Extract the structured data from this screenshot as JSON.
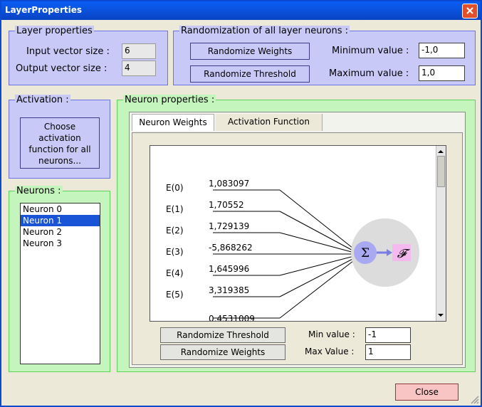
{
  "window": {
    "title": "LayerProperties"
  },
  "layer_properties": {
    "legend": "Layer properties",
    "input_label": "Input vector size :",
    "input_value": "6",
    "output_label": "Output vector size :",
    "output_value": "4"
  },
  "randomization": {
    "legend": "Randomization of all layer neurons :",
    "randomize_weights_label": "Randomize Weights",
    "randomize_threshold_label": "Randomize Threshold",
    "min_label": "Minimum value :",
    "min_value": "-1,0",
    "max_label": "Maximum value :",
    "max_value": "1,0"
  },
  "activation": {
    "legend": "Activation :",
    "button_lines": [
      "Choose",
      "activation",
      "function for all",
      "neurons..."
    ]
  },
  "neurons": {
    "legend": "Neurons :",
    "items": [
      "Neuron 0",
      "Neuron 1",
      "Neuron 2",
      "Neuron 3"
    ],
    "selected_index": 1
  },
  "neuron_properties": {
    "legend": "Neuron properties :",
    "tabs": [
      "Neuron Weights",
      "Activation Function"
    ],
    "active_tab": 0,
    "inputs": [
      {
        "label": "E(0)",
        "weight": "1,083097"
      },
      {
        "label": "E(1)",
        "weight": "1,70552"
      },
      {
        "label": "E(2)",
        "weight": "1,729139"
      },
      {
        "label": "E(3)",
        "weight": "-5,868262"
      },
      {
        "label": "E(4)",
        "weight": "1,645996"
      },
      {
        "label": "E(5)",
        "weight": "3,319385"
      },
      {
        "label": "",
        "weight": "0,4531009"
      }
    ],
    "sum_symbol": "Σ",
    "func_symbol": "𝓕",
    "randomize_threshold_label": "Randomize Threshold",
    "randomize_weights_label": "Randomize Weights",
    "min_label": "Min value :",
    "min_value": "-1",
    "max_label": "Max Value :",
    "max_value": "1"
  },
  "footer": {
    "close_label": "Close"
  },
  "colors": {
    "title_bar": "#0a5ef5",
    "panel_blue": "#c9c9f7",
    "panel_green": "#c4f5bc",
    "selection": "#1a54d6",
    "close_button": "#f8c4c4"
  }
}
